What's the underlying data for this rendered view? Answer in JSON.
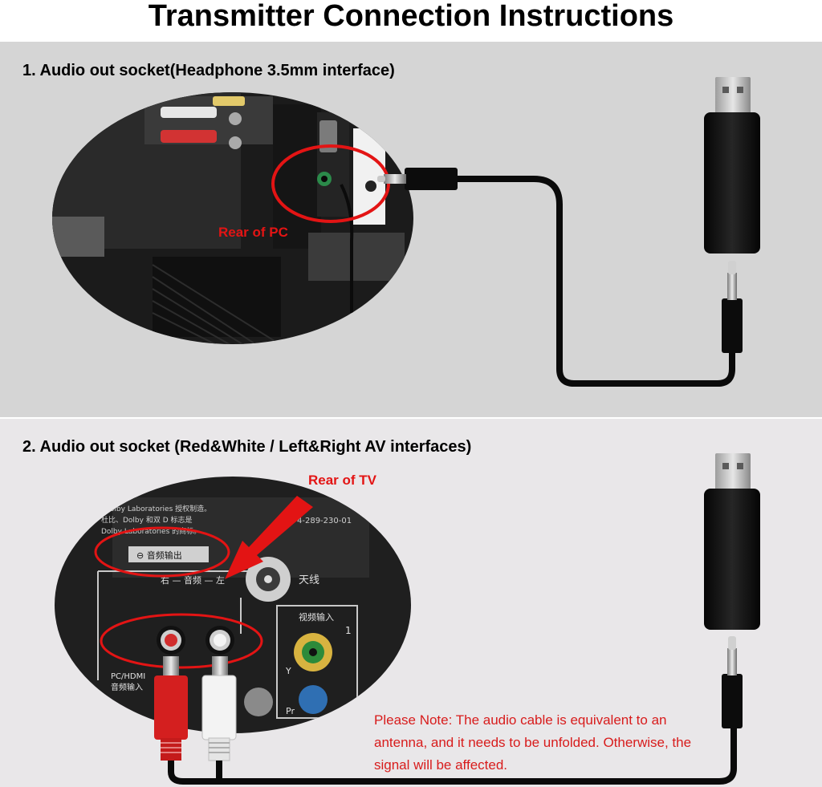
{
  "title": "Transmitter Connection Instructions",
  "section1": {
    "heading": "1. Audio out socket(Headphone 3.5mm interface)",
    "rear_label": "Rear of PC"
  },
  "section2": {
    "heading": "2. Audio out socket (Red&White / Left&Right AV interfaces)",
    "rear_label": "Rear of TV",
    "note": "Please Note: The audio cable is equivalent to an antenna, and it needs to be unfolded. Otherwise, the signal will be affected."
  },
  "panel_labels": {
    "dolby1": "Dolby Laboratories 授权制造。",
    "dolby2": "杜比、Dolby 和双 D 标志是",
    "dolby3": "Dolby Laboratories 的商标。",
    "model": "4-289-230-01",
    "audio_out": "⊖ 音频输出",
    "right_left": "右 — 音频 — 左",
    "antenna": "天线",
    "video_in": "视频输入",
    "video_in_num": "1",
    "y_label": "Y",
    "pc_hdmi": "PC/HDMI",
    "pc_hdmi_audio": "音频输入",
    "pr_label": "Pr"
  },
  "colors": {
    "accent_red": "#e31414",
    "panel1_bg": "#d5d5d5",
    "panel2_bg": "#e9e7e9",
    "cable": "#0a0a0a"
  }
}
